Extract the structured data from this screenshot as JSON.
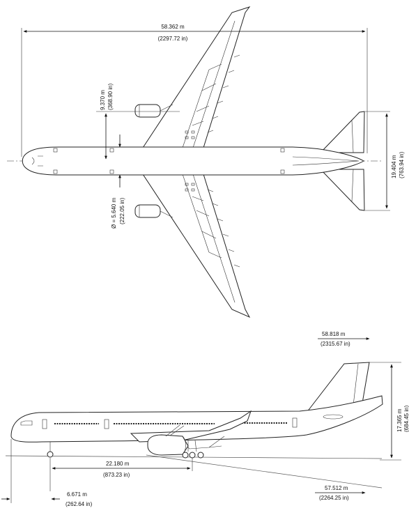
{
  "diagram": {
    "top_view": {
      "wingspan": {
        "metric": "58.362 m",
        "imperial": "(2297.72 in)"
      },
      "engine_offset": {
        "metric": "9.370 m",
        "imperial": "(368.90 in)"
      },
      "fuselage_diameter": {
        "metric": "Ø = 5.640 m",
        "imperial": "(222.05 in)"
      },
      "tailplane_span": {
        "metric": "19.404 m",
        "imperial": "(763.94 in)"
      }
    },
    "side_view": {
      "tail_station": {
        "metric": "58.818 m",
        "imperial": "(2315.67 in)"
      },
      "height": {
        "metric": "17.365 m",
        "imperial": "(684.45 in)"
      },
      "wheelbase": {
        "metric": "22.180 m",
        "imperial": "(873.23 in)"
      },
      "overall_length": {
        "metric": "57.512 m",
        "imperial": "(2264.25 in)"
      },
      "nose_gear_station": {
        "metric": "6.671 m",
        "imperial": "(262.64 in)"
      }
    }
  },
  "colors": {
    "line": "#222222",
    "background": "#ffffff"
  }
}
